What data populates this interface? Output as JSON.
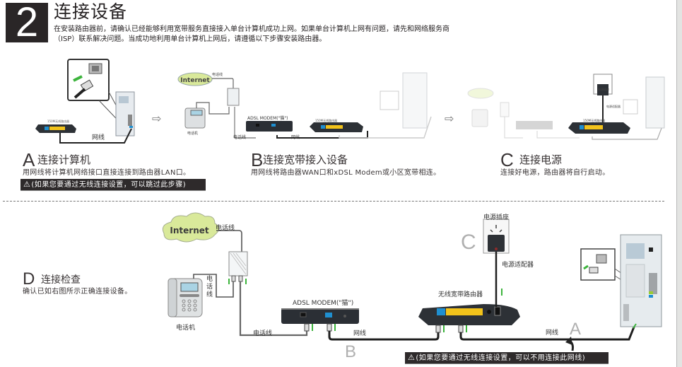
{
  "header": {
    "step_number": "2",
    "title": "连接设备",
    "intro_line1": "在安装路由器前，请确认已经能够利用宽带服务直接接入单台计算机成功上网。如果单台计算机上网有问题，请先和网络服务商",
    "intro_line2": "（ISP）联系解决问题。当成功地利用单台计算机上网后，请遵循以下步骤安装路由器。"
  },
  "steps": [
    {
      "letter": "A",
      "title": "连接计算机",
      "description": "用网线将计算机网络接口直接连接到路由器LAN口。",
      "warning": "(如果您要通过无线连接设置，可以跳过此步骤)"
    },
    {
      "letter": "B",
      "title": "连接宽带接入设备",
      "description": "用网线将路由器WAN口和xDSL Modem或小区宽带相连。"
    },
    {
      "letter": "C",
      "title": "连接电源",
      "description": "连接好电源，路由器将自行启动。"
    },
    {
      "letter": "D",
      "title": "连接检查",
      "description": "确认已如右图所示正确连接设备。"
    }
  ],
  "diagram_labels": {
    "internet": "Internet",
    "phone_line": "电话线",
    "phone_line_vertical": [
      "电",
      "话",
      "线"
    ],
    "telephone": "电话机",
    "network_cable": "网线",
    "adsl_modem": "ADSL MODEM(\"猫\")",
    "wireless_router": "无线宽带路由器",
    "router_small": "150M无线路由器",
    "power_socket": "电源插座",
    "power_adapter": "电源适配器",
    "letter_a": "A",
    "letter_b": "B",
    "letter_c": "C"
  },
  "bottom_warning": "(如果您要通过无线连接设置，可以不用连接此网线)",
  "warning_icon": "⚠",
  "arrow_icon": "⇨",
  "colors": {
    "dark": "#2a2627",
    "router_yellow": "#f2c31b",
    "wan_blue": "#1f8fd0",
    "arrow_green": "#3cb43c",
    "cloud_green": "#d9e99a"
  }
}
